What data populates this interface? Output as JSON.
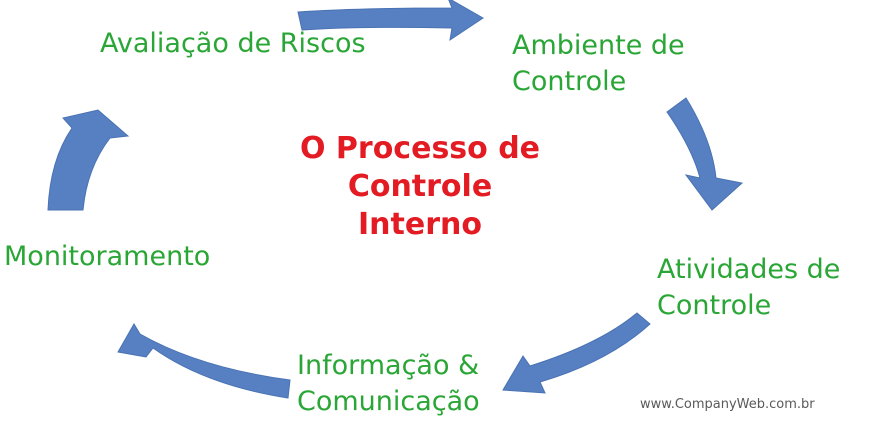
{
  "diagram": {
    "title": {
      "lines": [
        "O Processo de",
        "Controle",
        "Interno"
      ],
      "color": "#e31b23"
    },
    "step_color": "#2aa636",
    "arrow_color": "#5680c2",
    "steps": [
      {
        "id": "avaliacao",
        "lines": [
          "Avaliação de Riscos"
        ]
      },
      {
        "id": "ambiente",
        "lines": [
          "Ambiente de",
          "Controle"
        ]
      },
      {
        "id": "atividades",
        "lines": [
          "Atividades de",
          "Controle"
        ]
      },
      {
        "id": "informacao",
        "lines": [
          "Informação &",
          "Comunicação"
        ]
      },
      {
        "id": "monitoramento",
        "lines": [
          "Monitoramento"
        ]
      }
    ]
  },
  "watermark": "www.CompanyWeb.com.br"
}
